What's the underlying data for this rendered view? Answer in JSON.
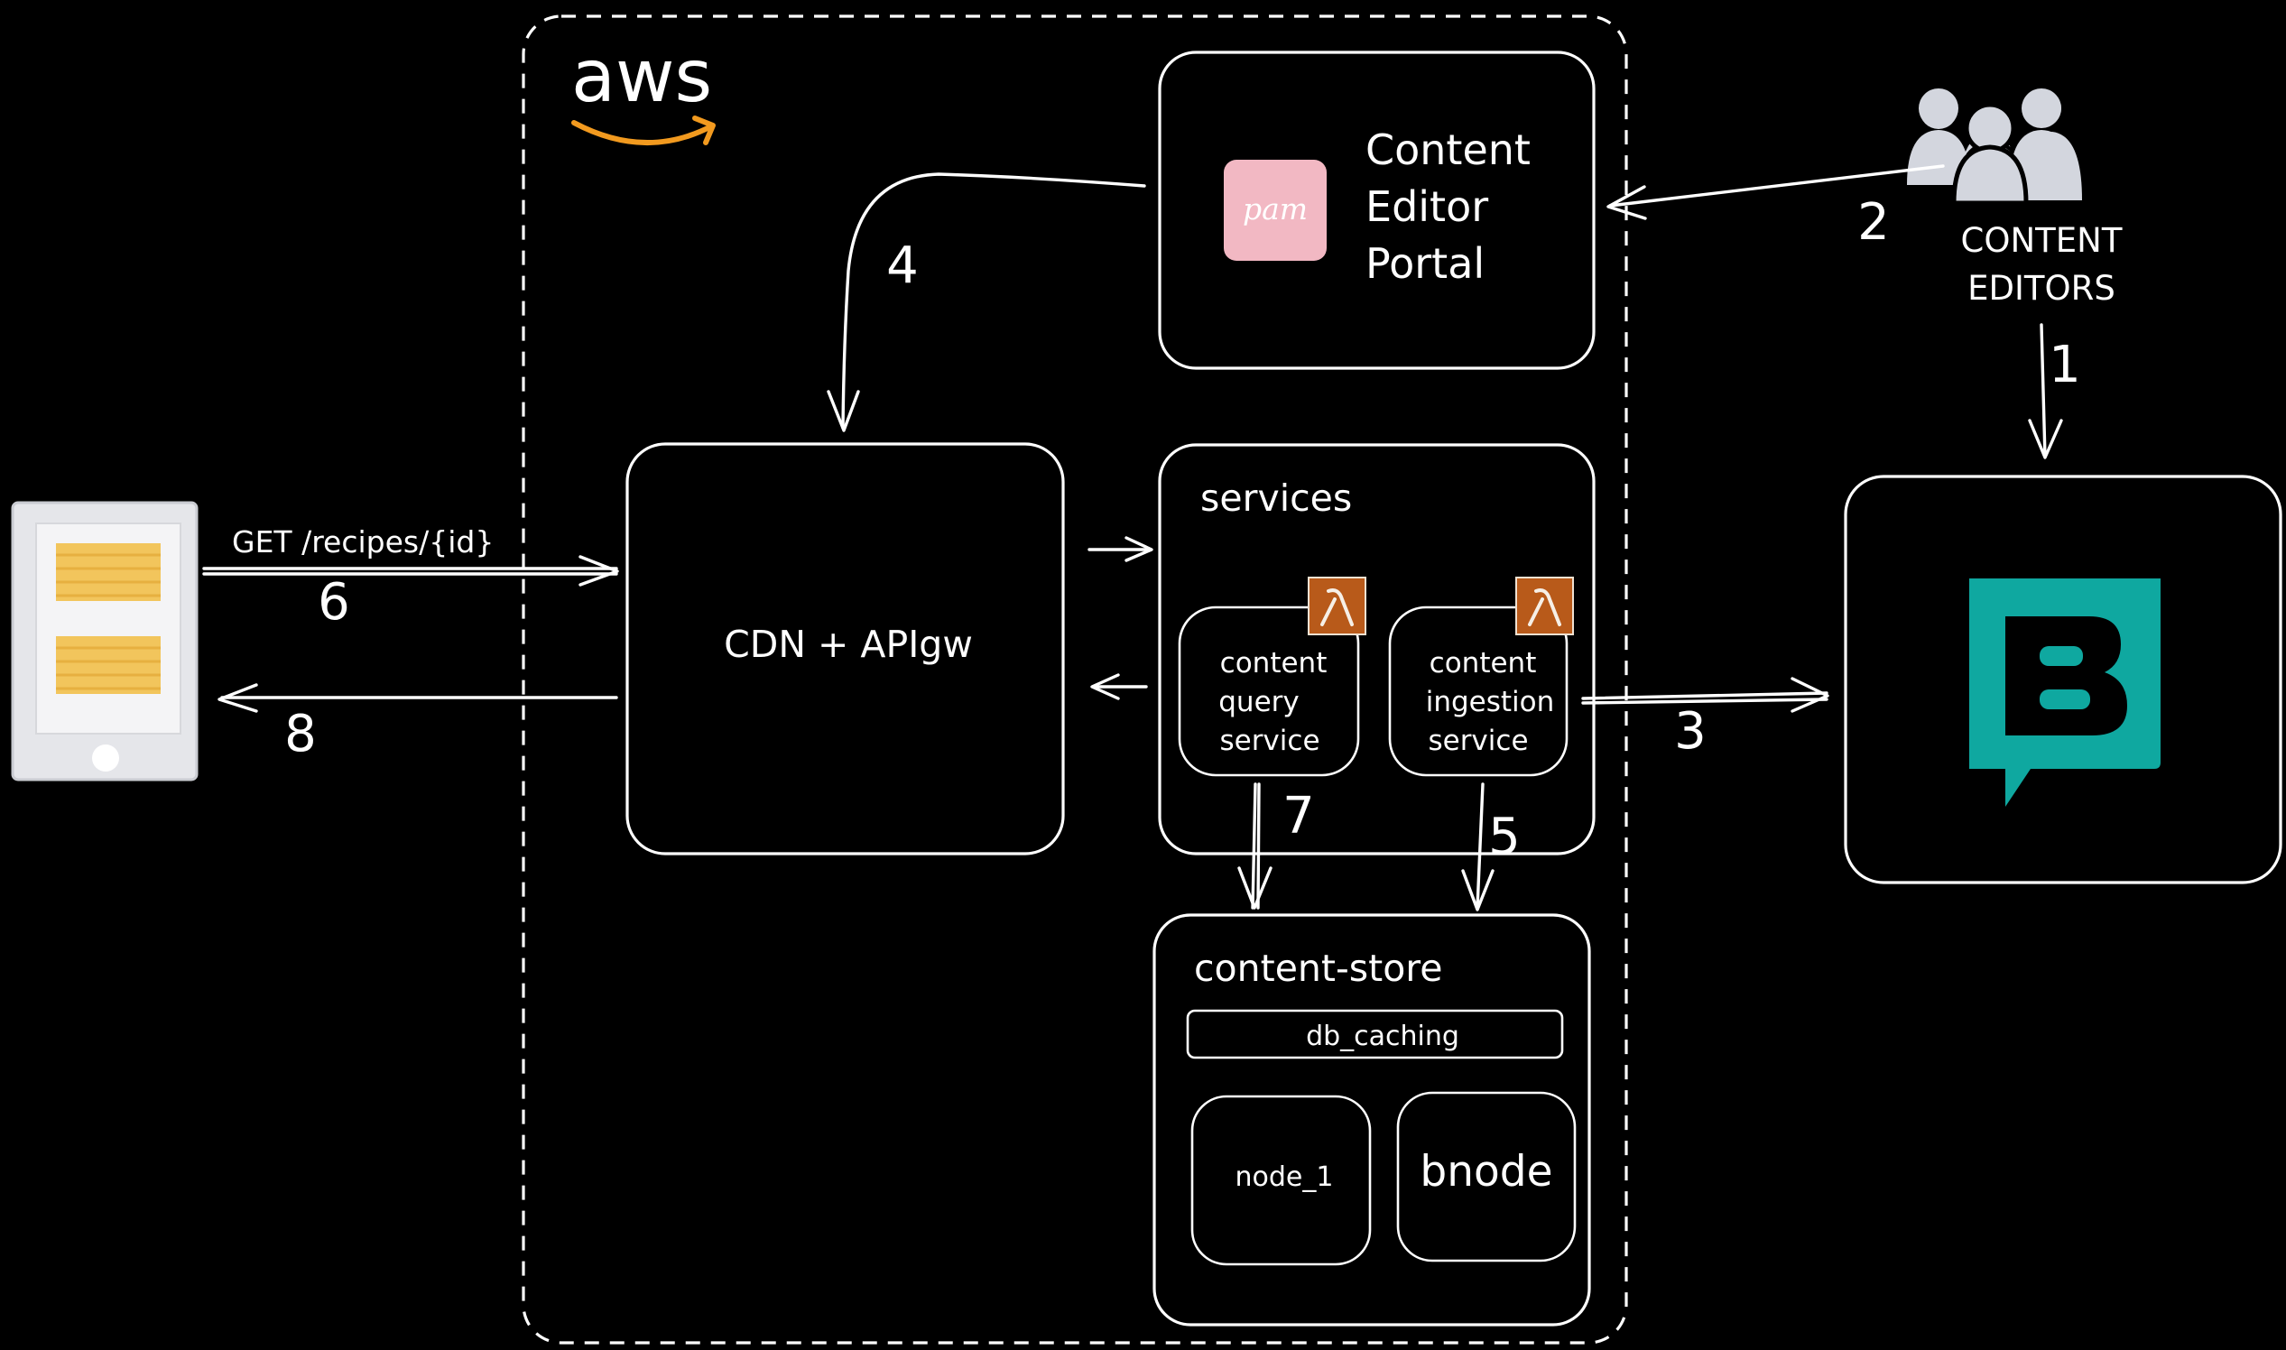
{
  "aws": {
    "logo_text": "aws",
    "accent": "#f29a1f"
  },
  "portal": {
    "logo_text": "pam",
    "logo_bg": "#f2b8c3",
    "title_lines": [
      "Content",
      "Editor",
      "Portal"
    ]
  },
  "editors": {
    "label_lines": [
      "CONTENT",
      "EDITORS"
    ],
    "icon": "users-icon",
    "icon_color": "#d3d6de"
  },
  "cdn": {
    "label": "CDN + APIgw"
  },
  "services": {
    "title": "services",
    "query_service": [
      "content",
      "query",
      "service"
    ],
    "ingestion_service": [
      "content",
      "ingestion",
      "service"
    ],
    "lambda_icon": "lambda-icon",
    "lambda_color": "#b85a1a"
  },
  "store": {
    "title": "content-store",
    "cache": "db_caching",
    "node1": "node_1",
    "node2": "bnode"
  },
  "cms": {
    "icon": "storyblok-icon",
    "icon_color": "#0fa8a0"
  },
  "client": {
    "request": "GET /recipes/{id}",
    "icon": "tablet-icon"
  },
  "steps": {
    "s1": "1",
    "s2": "2",
    "s3": "3",
    "s4": "4",
    "s5": "5",
    "s6": "6",
    "s7": "7",
    "s8": "8"
  }
}
